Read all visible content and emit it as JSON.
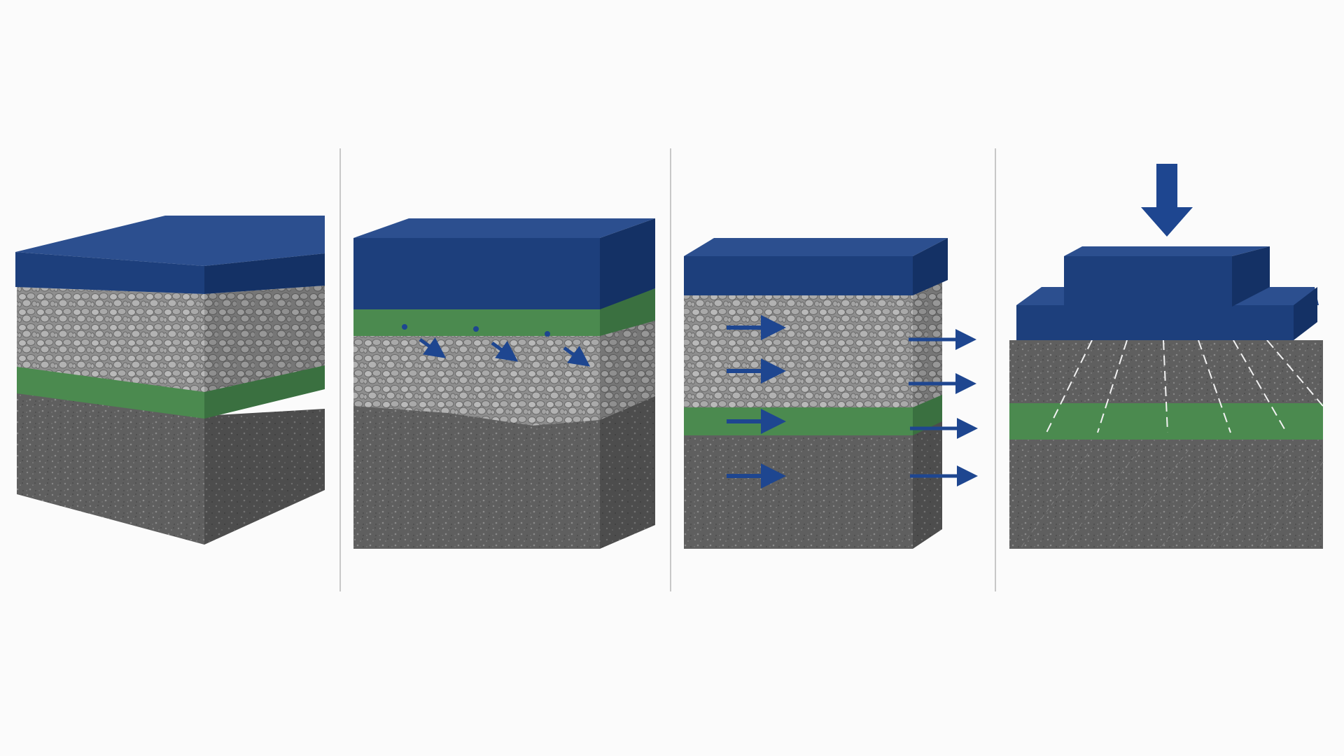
{
  "diagram": {
    "panel_count": 4,
    "panels": [
      {
        "id": "layers-stack",
        "layers": [
          "cover",
          "aggregate",
          "geotextile",
          "subgrade"
        ],
        "arrows": 0
      },
      {
        "id": "filtration",
        "layers": [
          "cover",
          "geotextile",
          "aggregate",
          "subgrade"
        ],
        "arrows": 3,
        "arrow_direction": "down-right",
        "particles": 3
      },
      {
        "id": "drainage",
        "layers": [
          "cover",
          "aggregate",
          "geotextile",
          "subgrade"
        ],
        "arrows": 8,
        "arrow_direction": "right"
      },
      {
        "id": "load-distribution",
        "layers": [
          "cover-stepped",
          "base",
          "geotextile",
          "subgrade"
        ],
        "arrows": 1,
        "arrow_direction": "down",
        "load_spread_lines": 6
      }
    ]
  },
  "colors": {
    "background": "#fbfbfb",
    "cover_top": "#2c4f8f",
    "cover_front": "#1d3f7c",
    "cover_side": "#143165",
    "geotextile": "#4b8a4f",
    "geotextile_side": "#3a7040",
    "aggregate": "#8a8a8a",
    "aggregate_stone": "#b7b7b7",
    "subgrade": "#5f5f5f",
    "subgrade_side": "#4c4c4c",
    "arrow": "#1e4690",
    "divider": "#c8c8c8"
  }
}
